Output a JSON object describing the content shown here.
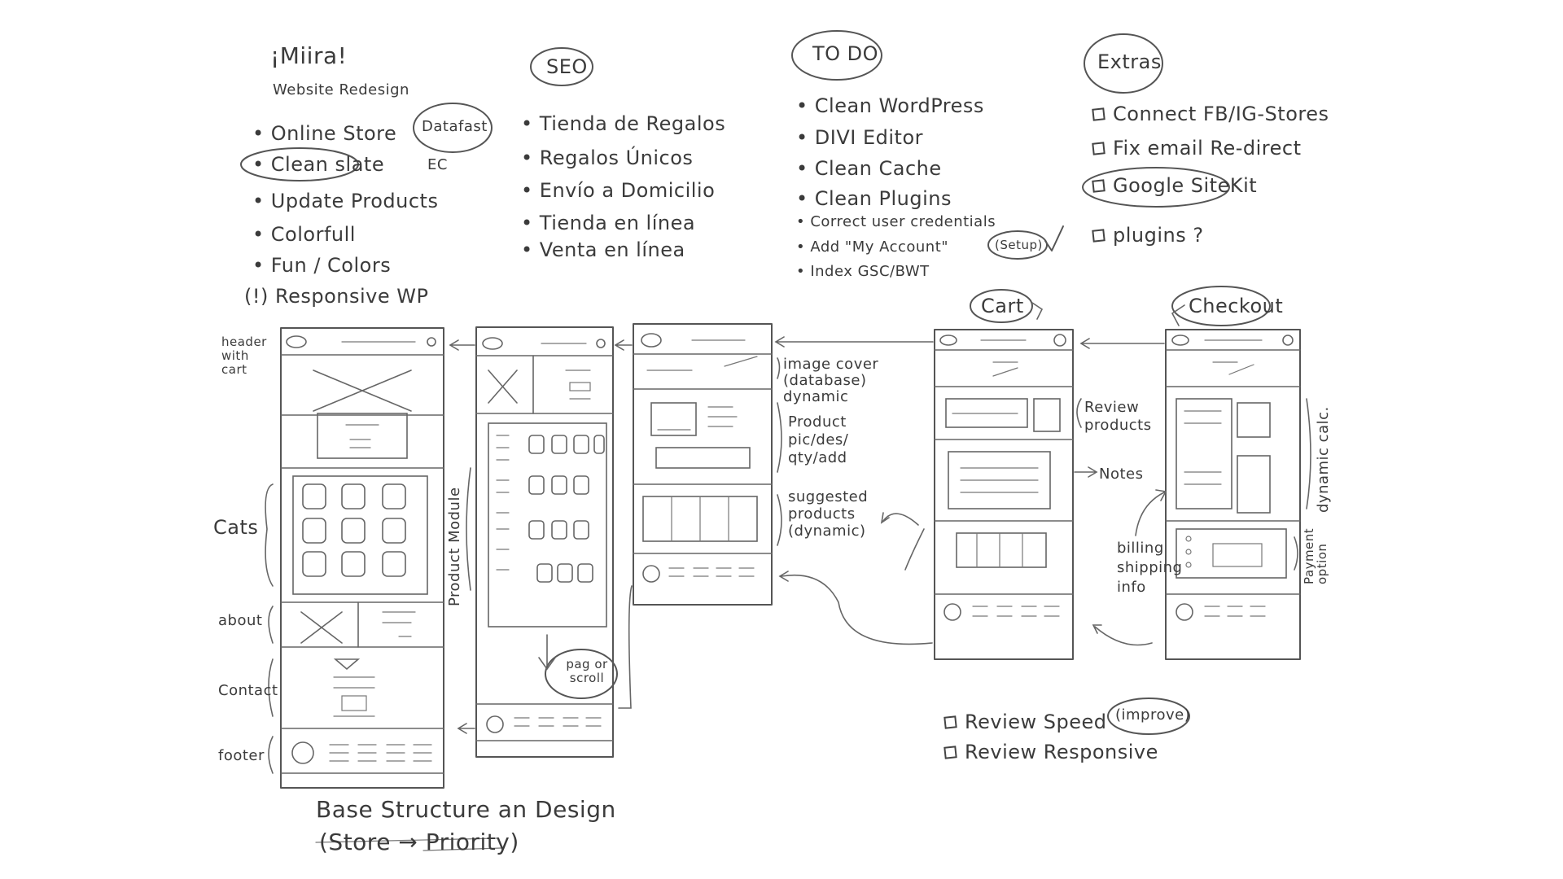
{
  "header": {
    "brand": "¡Miira!",
    "subtitle": "Website Redesign",
    "bullets": [
      "• Online Store",
      "• Clean slate",
      "• Update Products",
      "• Colorfull",
      "• Fun / Colors"
    ],
    "responsive": "(!) Responsive WP",
    "datafast": "Datafast",
    "ec": "EC"
  },
  "seo": {
    "title": "SEO",
    "items": [
      "• Tienda de Regalos",
      "• Regalos Únicos",
      "• Envío a Domicilio",
      "• Tienda en línea",
      "• Venta en línea"
    ]
  },
  "todo": {
    "title": "TO DO",
    "items": [
      "• Clean WordPress",
      "• DIVI Editor",
      "• Clean Cache",
      "• Clean Plugins",
      "• Correct user credentials",
      "• Add \"My Account\"",
      "• Index GSC/BWT"
    ],
    "setup": "(Setup)"
  },
  "extras": {
    "title": "Extras",
    "items": [
      "Connect FB/IG-Stores",
      "Fix email Re-direct",
      "Google SiteKit",
      "plugins ?"
    ]
  },
  "labels": {
    "header_with_cart": "header with cart",
    "cats": "Cats",
    "about": "about",
    "contact": "Contact",
    "footer": "footer",
    "product_module": "Product Module",
    "pag_or_scroll": "pag or scroll",
    "image_cover": "image cover (database) dynamic",
    "product_pic": "Product pic/des/ qty/add",
    "suggested": "suggested products (dynamic)",
    "cart": "Cart",
    "checkout": "Checkout",
    "review_products": "Review products",
    "notes": "Notes",
    "billing": "billing shipping info",
    "dynamic": "dynamic calc.",
    "payment": "Payment option"
  },
  "review": {
    "items": [
      "Review Speed",
      "Review Responsive"
    ],
    "improve": "(improve)"
  },
  "caption": {
    "line1": "Base Structure an Design",
    "line2": "(Store → Priority)"
  }
}
